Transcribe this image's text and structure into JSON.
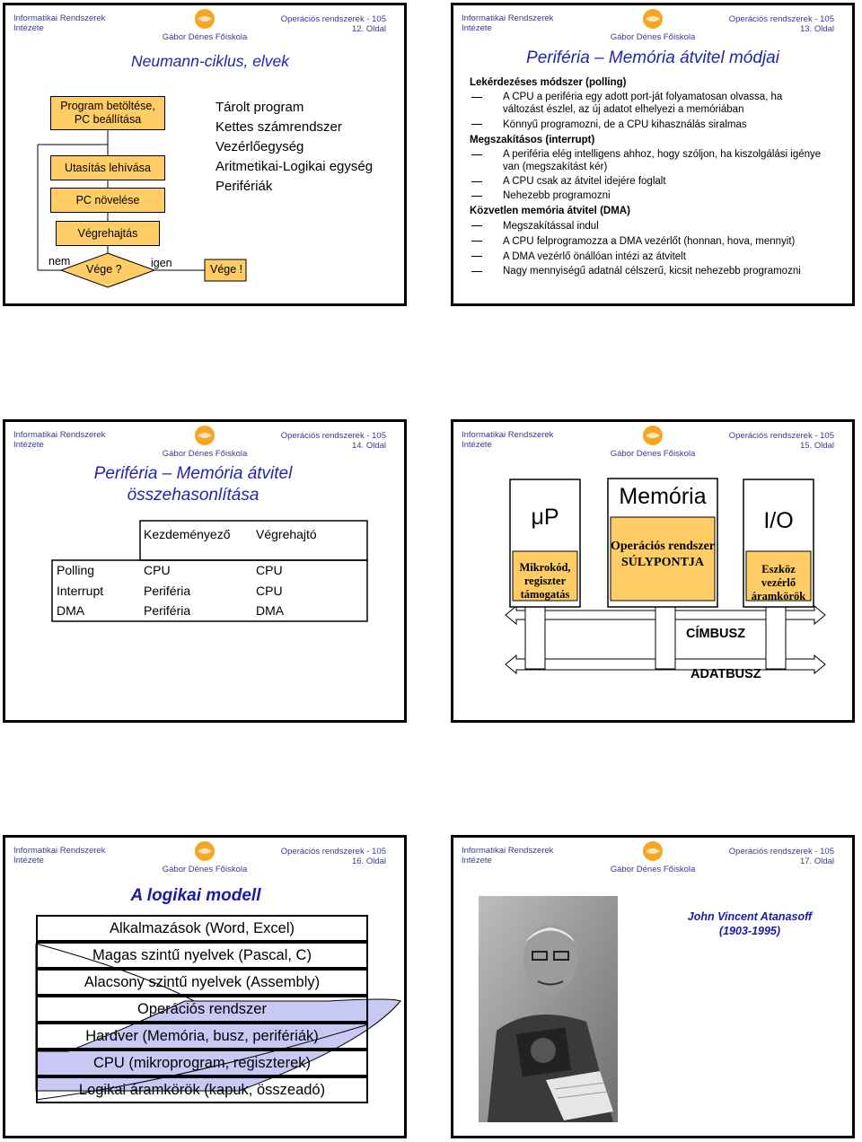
{
  "header": {
    "institute_line1": "Informatikai Rendszerek",
    "institute_line2": "Intézete",
    "course": "Operációs rendszerek - 105",
    "school": "Gábor Dénes Főiskola"
  },
  "slide12": {
    "page": "12. Oldal",
    "title": "Neumann-ciklus, elvek",
    "flow": {
      "step1": "Program betöltése, PC beállítása",
      "step2": "Utasítás lehívása",
      "step3": "PC növelése",
      "step4": "Végrehajtás",
      "decision": "Vége ?",
      "no": "nem",
      "yes": "igen",
      "end": "Vége !"
    },
    "principles": [
      "Tárolt program",
      "Kettes számrendszer",
      "Vezérlőegység",
      "Aritmetikai-Logikai egység",
      "Perifériák"
    ]
  },
  "slide13": {
    "page": "13. Oldal",
    "title": "Periféria – Memória átvitel módjai",
    "polling_head": "Lekérdezéses módszer (polling)",
    "polling_1a": "A CPU a periféria egy adott port-ját folyamatosan olvassa, ha",
    "polling_1b": "változást észlel, az új adatot elhelyezi a memóriában",
    "polling_2": "Könnyű programozni, de a CPU kihasználás siralmas",
    "interrupt_head": "Megszakításos (interrupt)",
    "interrupt_1a": "A periféria elég intelligens ahhoz, hogy szóljon, ha kiszolgálási igénye",
    "interrupt_1b": "van (megszakítást kér)",
    "interrupt_2": "A CPU csak az átvitel idejére foglalt",
    "interrupt_3": "Nehezebb programozni",
    "dma_head": "Közvetlen memória átvitel (DMA)",
    "dma_1": "Megszakítással indul",
    "dma_2": "A CPU felprogramozza a DMA vezérlőt (honnan, hova, mennyit)",
    "dma_3": "A DMA vezérlő önállóan intézi az átvitelt",
    "dma_4": "Nagy mennyiségű adatnál célszerű, kicsit nehezebb programozni"
  },
  "slide14": {
    "page": "14. Oldal",
    "title_line1": "Periféria – Memória átvitel",
    "title_line2": "összehasonlítása",
    "col_initiator": "Kezdeményező",
    "col_executor": "Végrehajtó",
    "rows": [
      {
        "mode": "Polling",
        "initiator": "CPU",
        "executor": "CPU"
      },
      {
        "mode": "Interrupt",
        "initiator": "Periféria",
        "executor": "CPU"
      },
      {
        "mode": "DMA",
        "initiator": "Periféria",
        "executor": "DMA"
      }
    ]
  },
  "slide15": {
    "page": "15. Oldal",
    "up_label": "μP",
    "up_sub": "Mikrokód, regiszter támogatás",
    "mem_label": "Memória",
    "mem_sub": "Operációs rendszer SÚLYPONTJA",
    "io_label": "I/O",
    "io_sub": "Eszköz vezérlő áramkörök",
    "address_bus": "CÍMBUSZ",
    "data_bus": "ADATBUSZ"
  },
  "slide16": {
    "page": "16. Oldal",
    "title": "A logikai modell",
    "layers": [
      "Alkalmazások (Word, Excel)",
      "Magas szintű nyelvek (Pascal, C)",
      "Alacsony szintű nyelvek (Assembly)",
      "Operációs rendszer",
      "Hardver (Memória, busz, perifériák)",
      "CPU (mikroprogram, regiszterek)",
      "Logikai áramkörök (kapuk, összeadó)"
    ]
  },
  "slide17": {
    "page": "17. Oldal",
    "name": "John Vincent Atanasoff",
    "years": "(1903-1995)"
  },
  "colors": {
    "header_text": "#3a3a8c",
    "title_blue": "#2323b4",
    "flow_orange": "#ffcc66",
    "logic_wedge": "#c8c8f5",
    "box_orange": "#ffcc66"
  }
}
